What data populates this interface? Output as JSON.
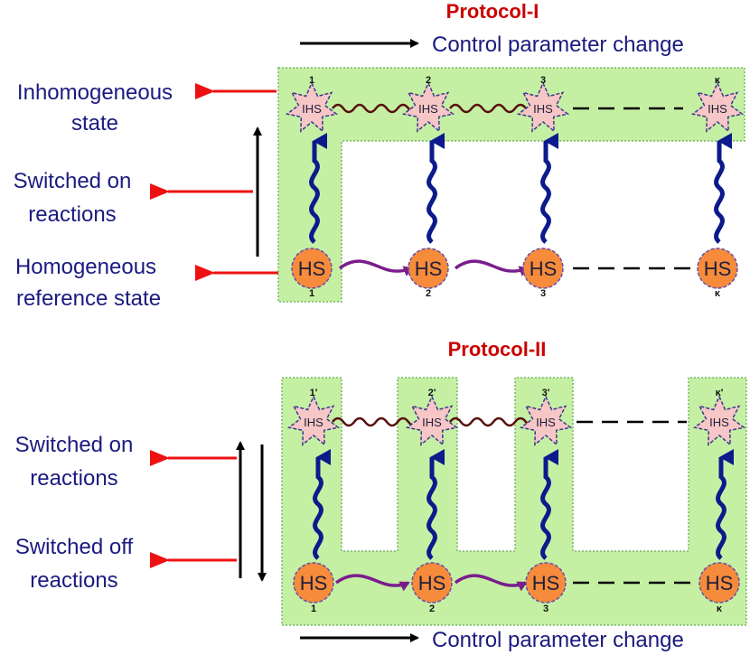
{
  "protocol1": {
    "title": "Protocol-I",
    "control_label": "Control parameter change",
    "labels": {
      "inhomogeneous_line1": "Inhomogeneous",
      "inhomogeneous_line2": "state",
      "switched_on_line1": "Switched on",
      "switched_on_line2": "reactions",
      "homogeneous_line1": "Homogeneous",
      "homogeneous_line2": "reference state"
    },
    "nodes": [
      {
        "hs": "HS",
        "ihs": "IHS",
        "top_index": "1",
        "bottom_index": "1"
      },
      {
        "hs": "HS",
        "ihs": "IHS",
        "top_index": "2",
        "bottom_index": "2"
      },
      {
        "hs": "HS",
        "ihs": "IHS",
        "top_index": "3",
        "bottom_index": "3"
      },
      {
        "hs": "HS",
        "ihs": "IHS",
        "top_index": "κ",
        "bottom_index": "κ"
      }
    ]
  },
  "protocol2": {
    "title": "Protocol-II",
    "control_label": "Control parameter change",
    "labels": {
      "switched_on_line1": "Switched on",
      "switched_on_line2": "reactions",
      "switched_off_line1": "Switched off",
      "switched_off_line2": "reactions"
    },
    "nodes": [
      {
        "hs": "HS",
        "ihs": "IHS",
        "top_index": "1'",
        "bottom_index": "1"
      },
      {
        "hs": "HS",
        "ihs": "IHS",
        "top_index": "2'",
        "bottom_index": "2"
      },
      {
        "hs": "HS",
        "ihs": "IHS",
        "top_index": "3'",
        "bottom_index": "3"
      },
      {
        "hs": "HS",
        "ihs": "IHS",
        "top_index": "κ'",
        "bottom_index": "κ"
      }
    ]
  },
  "colors": {
    "panel": "#c5f0a4",
    "panel_border": "#7ab56a",
    "hs_fill": "#f58b3b",
    "hs_border": "#6a4fa8",
    "ihs_fill": "#f7c6c6",
    "ihs_border": "#3a3a8a",
    "blue_wave": "#0d1a8c",
    "purple_arrow": "#7a1d8c",
    "brown_arrow": "#5a1010",
    "red_arrow": "#ee1111",
    "title": "#cc0000",
    "label": "#1a1a80"
  }
}
